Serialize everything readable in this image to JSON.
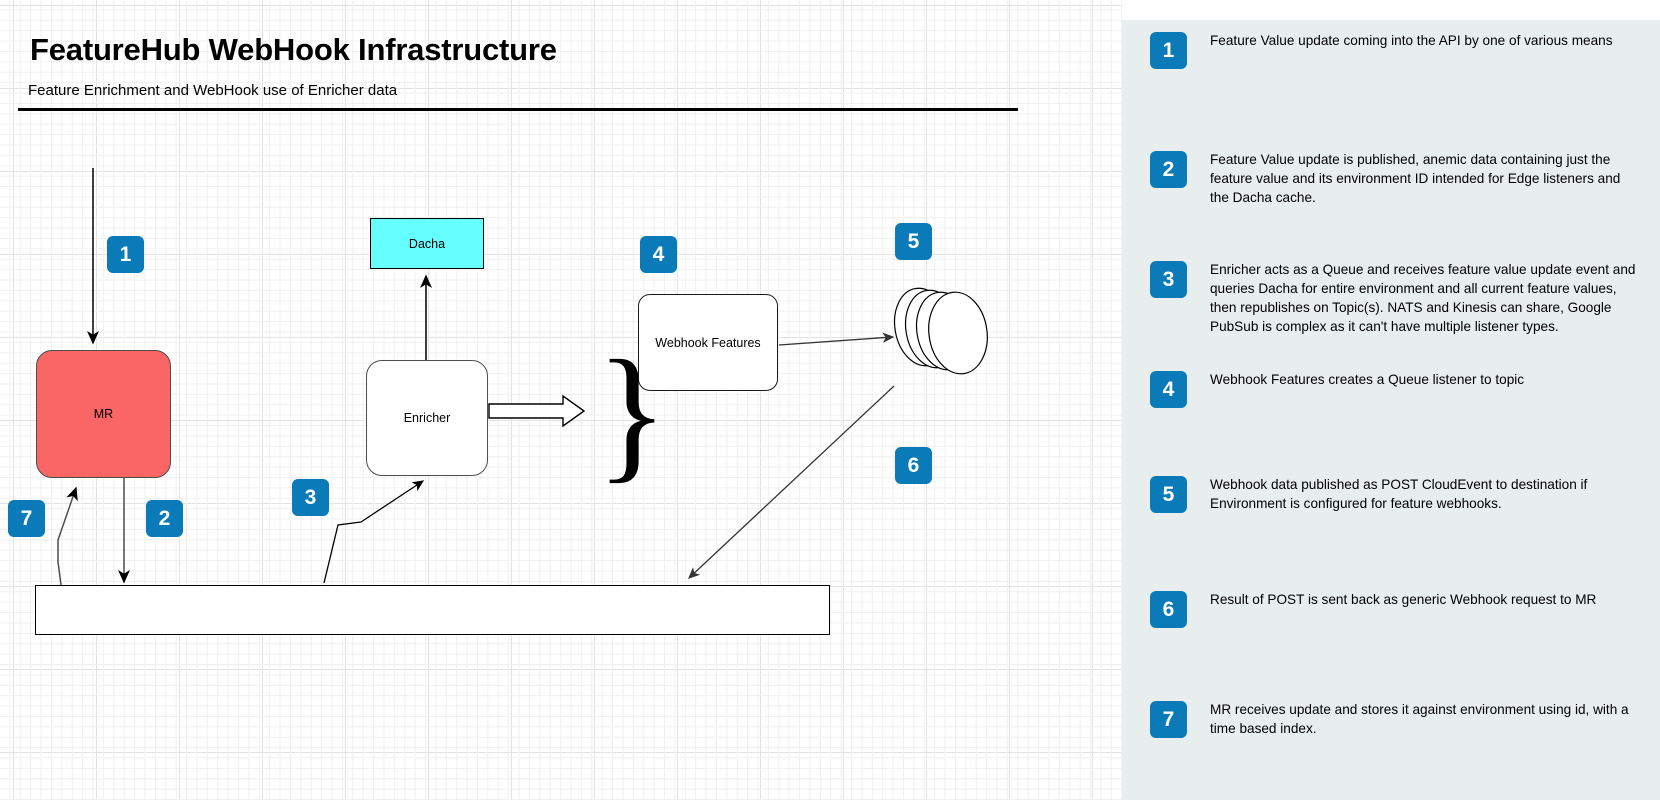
{
  "header": {
    "title": "FeatureHub WebHook Infrastructure",
    "subtitle": "Feature Enrichment and WebHook use of Enricher data"
  },
  "colors": {
    "badge_blue": "#0a7ab8",
    "mr_red": "#fa6666",
    "dacha_cyan": "#66ffff",
    "panel_bg": "#e8edee",
    "node_white": "#ffffff",
    "stroke": "#000000"
  },
  "diagram": {
    "nodes": [
      {
        "id": "mr",
        "label": "MR",
        "shape": "rounded-rect",
        "fill": "#fa6666"
      },
      {
        "id": "dacha",
        "label": "Dacha",
        "shape": "rect",
        "fill": "#66ffff"
      },
      {
        "id": "enricher",
        "label": "Enricher",
        "shape": "rounded-rect",
        "fill": "#ffffff"
      },
      {
        "id": "webhook-features",
        "label": "Webhook Features",
        "shape": "rounded-rect",
        "fill": "#ffffff"
      },
      {
        "id": "topics",
        "label": "",
        "shape": "cylinder-stack",
        "fill": "#ffffff"
      },
      {
        "id": "bottom-bar",
        "label": "",
        "shape": "rect",
        "fill": "#ffffff"
      }
    ],
    "badges": [
      {
        "n": "1"
      },
      {
        "n": "2"
      },
      {
        "n": "3"
      },
      {
        "n": "4"
      },
      {
        "n": "5"
      },
      {
        "n": "6"
      },
      {
        "n": "7"
      }
    ],
    "brace_glyph": "}"
  },
  "legend": {
    "items": [
      {
        "number": "1",
        "text": "Feature Value update coming into the API by one of various means"
      },
      {
        "number": "2",
        "text": "Feature Value update is published, anemic data containing just the feature value and its environment ID intended for Edge listeners and the Dacha cache."
      },
      {
        "number": "3",
        "text": "Enricher acts as a Queue and receives feature value update event and queries Dacha for entire environment and all current feature values, then republishes on Topic(s). NATS and Kinesis can share, Google PubSub is complex as it can't have multiple listener types."
      },
      {
        "number": "4",
        "text": "Webhook Features creates a Queue listener to topic"
      },
      {
        "number": "5",
        "text": "Webhook data published as POST CloudEvent to destination if Environment is configured for feature webhooks."
      },
      {
        "number": "6",
        "text": "Result of POST is sent back as generic Webhook request to MR"
      },
      {
        "number": "7",
        "text": "MR receives update and stores it against environment using id, with a time based index."
      }
    ]
  }
}
